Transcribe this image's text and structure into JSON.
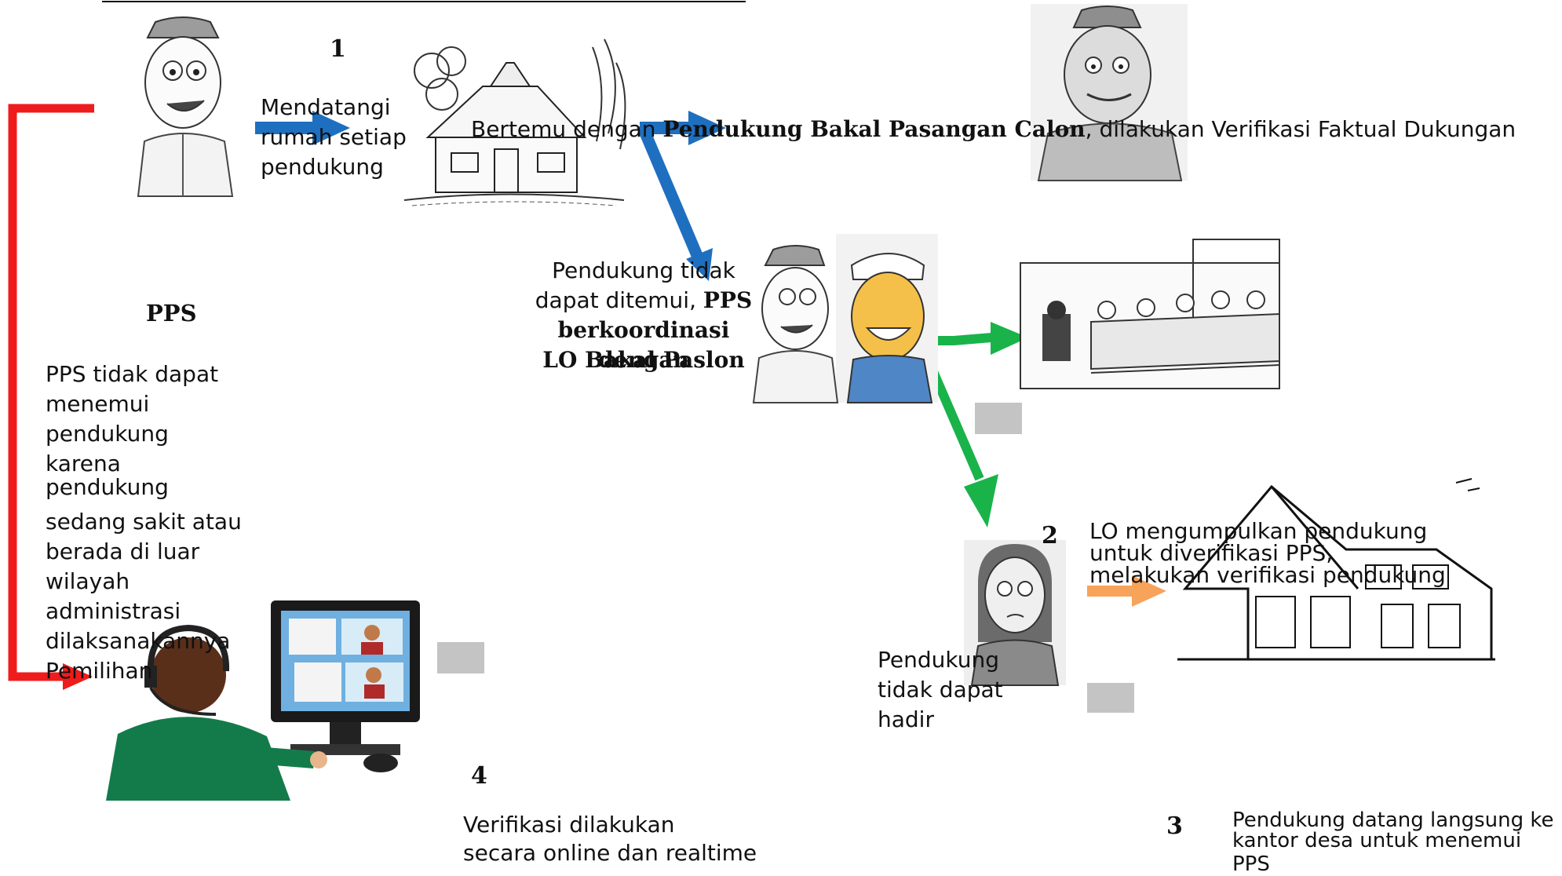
{
  "step_numbers": {
    "one": "1",
    "two": "2",
    "three": "3",
    "four": "4"
  },
  "pps_label": "PPS",
  "visit_text": {
    "line1": "Mendatangi",
    "line2": "rumah  setiap",
    "line3": "pendukung"
  },
  "meet_text": {
    "pre": "Bertemu dengan ",
    "bold": "Pendukung Bakal Pasangan Calon",
    "post": ", dilakukan Verifikasi Faktual Dukungan"
  },
  "not_met_text": {
    "line1": "Pendukung tidak",
    "line2_pre": "dapat ditemui, ",
    "line2_bold": "PPS",
    "line3": "berkoordinasi dengan",
    "line4": "LO Bakal Paslon"
  },
  "cannot_meet_text": [
    "PPS tidak dapat",
    "menemui",
    "pendukung",
    "karena",
    "pendukung",
    "sedang sakit atau",
    "berada di luar",
    "wilayah",
    "administrasi",
    "dilaksanakannya",
    "Pemilihan"
  ],
  "lo_text": [
    "LO mengumpulkan pendukung",
    "untuk diverifikasi PPS,",
    "melakukan verifikasi pendukung"
  ],
  "absent_text": [
    "Pendukung",
    "tidak dapat",
    "hadir"
  ],
  "online_text": [
    "Verifikasi dilakukan",
    "secara online dan realtime"
  ],
  "office_text": [
    "Pendukung datang langsung ke",
    "kantor desa untuk menemui PPS"
  ],
  "colors": {
    "red_arrow": "#ee1c1c",
    "blue_arrow": "#1e6fc0",
    "green_arrow": "#19b34a",
    "orange_arrow": "#f7a35a",
    "gray_box": "#c4c4c4"
  },
  "icons": [
    "man-cap-icon",
    "javanese-house-icon",
    "old-man-icon",
    "coordination-men-icon",
    "meeting-room-icon",
    "woman-icon",
    "village-office-icon",
    "call-center-icon"
  ]
}
